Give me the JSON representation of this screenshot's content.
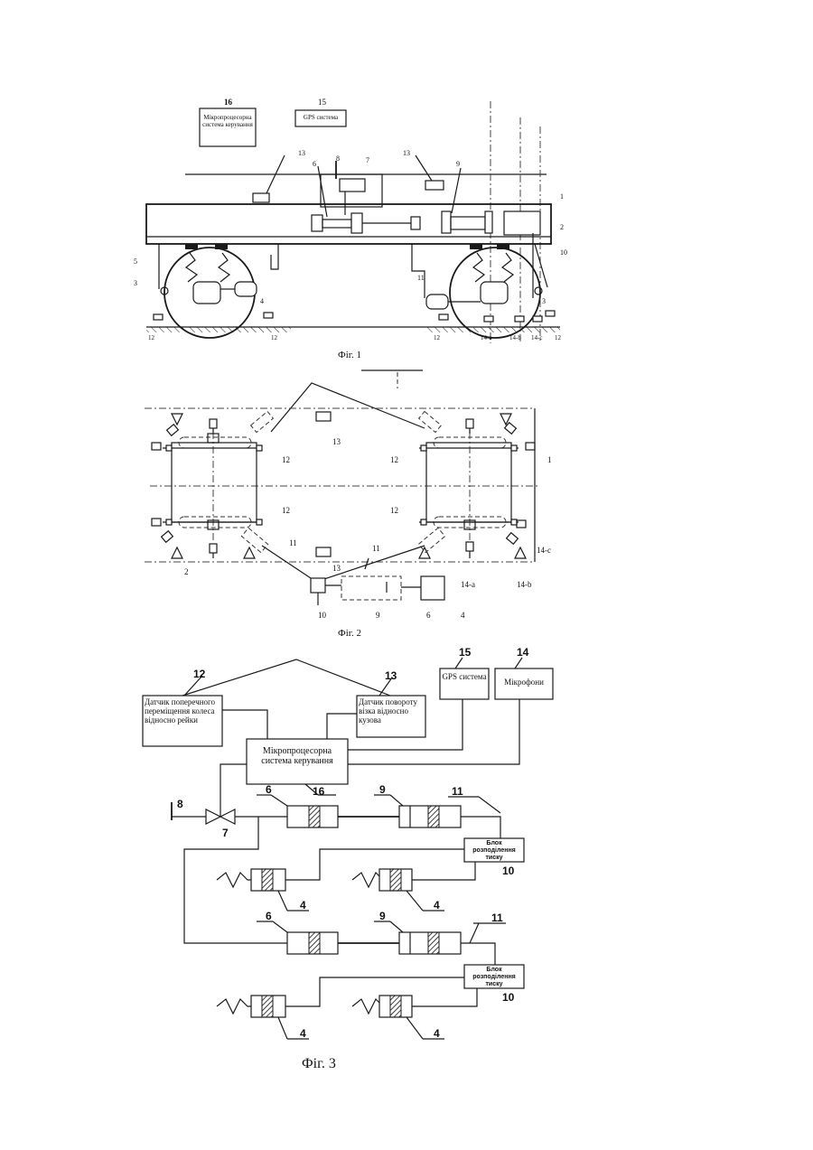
{
  "fig1": {
    "caption": "Фіг. 1",
    "box_micro": "Мікропроцесорна система керування",
    "box_gps": "GPS система",
    "labels": [
      "16",
      "15",
      "13",
      "8",
      "7",
      "13",
      "9",
      "1",
      "6",
      "2",
      "10",
      "5",
      "3",
      "4",
      "11",
      "3",
      "12",
      "12",
      "12",
      "14-a",
      "14-b",
      "14-c",
      "12"
    ]
  },
  "fig2": {
    "caption": "Фіг. 2",
    "labels": [
      "13",
      "12",
      "12",
      "1",
      "12",
      "12",
      "13",
      "11",
      "11",
      "2",
      "10",
      "9",
      "6",
      "4",
      "14-a",
      "14-b",
      "14-c"
    ]
  },
  "fig3": {
    "caption": "Фіг. 3",
    "box12": "Датчик поперечного переміщення колеса відносно рейки",
    "box13": "Датчик повороту візка відносно кузова",
    "box15": "GPS система",
    "box14": "Мікрофони",
    "box16": "Мікропроцесорна система керування",
    "block10": "Блок розподілення тиску",
    "labels": [
      "12",
      "13",
      "15",
      "14",
      "16",
      "8",
      "7",
      "6",
      "9",
      "11",
      "10",
      "4",
      "4",
      "6",
      "9",
      "11",
      "10",
      "4",
      "4"
    ]
  }
}
